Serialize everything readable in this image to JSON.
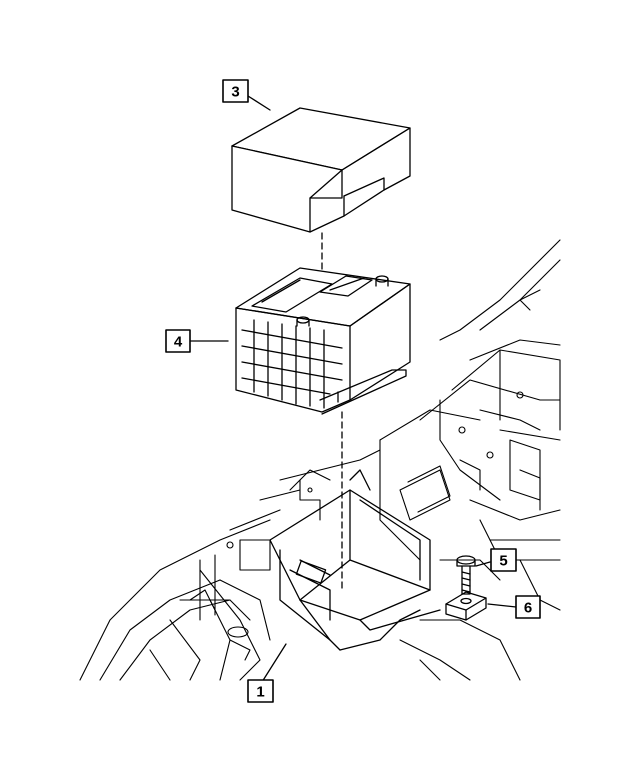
{
  "callouts": [
    {
      "number": "3",
      "part": "battery-cover"
    },
    {
      "number": "4",
      "part": "battery"
    },
    {
      "number": "5",
      "part": "bolt"
    },
    {
      "number": "6",
      "part": "hold-down-clamp"
    },
    {
      "number": "1",
      "part": "battery-tray"
    }
  ],
  "colors": {
    "line": "#000000",
    "background": "#ffffff"
  }
}
